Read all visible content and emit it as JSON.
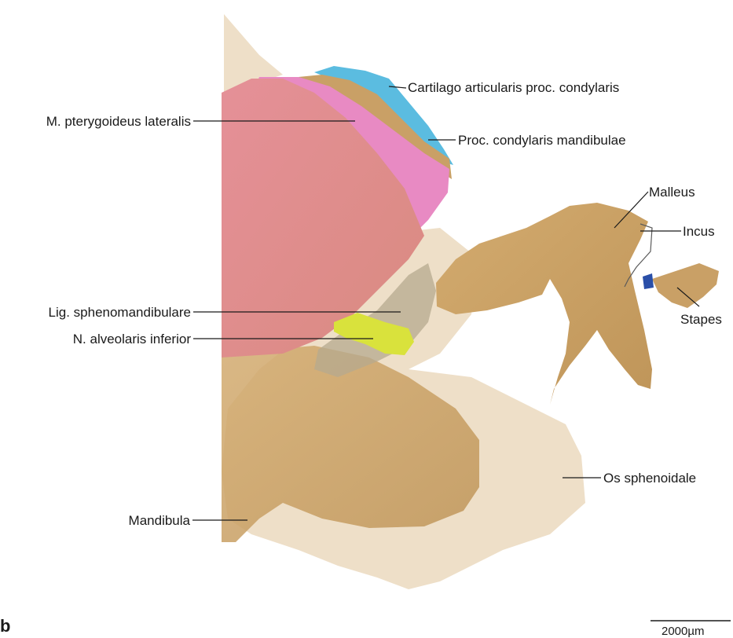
{
  "figure": {
    "panel_letter": "b",
    "scale_bar": "2000µm"
  },
  "labels": {
    "cartilago": "Cartilago articularis proc. condylaris",
    "pterygoideus": "M. pterygoideus lateralis",
    "proc_condylaris": "Proc. condylaris mandibulae",
    "malleus": "Malleus",
    "incus": "Incus",
    "lig_spheno": "Lig. sphenomandibulare",
    "stapes": "Stapes",
    "n_alveolaris": "N. alveolaris inferior",
    "os_sphenoidale": "Os sphenoidale",
    "mandibula": "Mandibula"
  },
  "colors": {
    "bone_tan": "#c9a066",
    "bone_light": "#ecdcc2",
    "muscle_red": "#e68b8b",
    "muscle_pink": "#e88ac3",
    "cartilage_blue": "#5bbce0",
    "nerve_yellow": "#d9e23c",
    "ligament_grey": "#b5a98f",
    "stapes_blue": "#2a4fa8"
  }
}
